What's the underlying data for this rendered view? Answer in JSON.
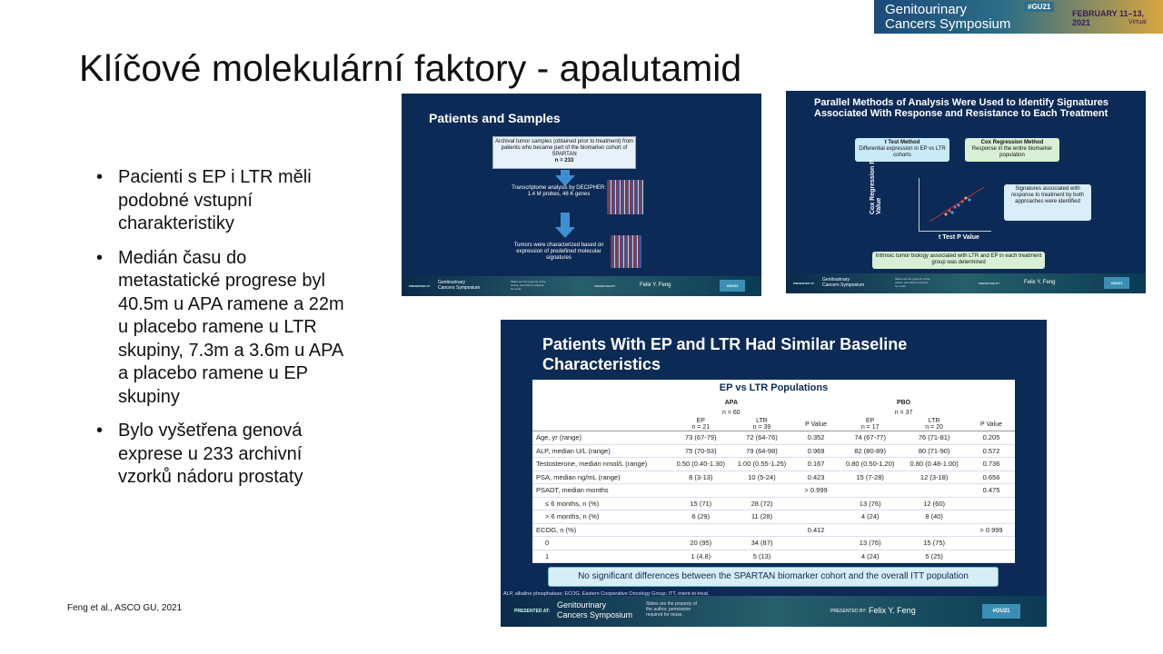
{
  "banner": {
    "line1": "Genitourinary",
    "line2": "Cancers Symposium",
    "hashtag": "#GU21",
    "dates": "FEBRUARY 11–13, 2021",
    "mode": "Virtual"
  },
  "title": "Klíčové molekulární faktory - apalutamid",
  "bullets": [
    "Pacienti s EP  i LTR měli podobné vstupní charakteristiky",
    "Medián času  do metastatické progrese byl 40.5m u APA ramene a 22m u placebo ramene u LTR skupiny, 7.3m a 3.6m u APA a placebo ramene u EP skupiny",
    "Bylo vyšetřena genová exprese  u 233 archivní vzorků nádoru prostaty"
  ],
  "bullet_glyph": "•",
  "citation": "Feng et al., ASCO GU, 2021",
  "footer": {
    "presented_at": "PRESENTED AT:",
    "meeting_line1": "Genitourinary",
    "meeting_line2": "Cancers Symposium",
    "slides_note": "Slides are the property of the author, permission required for reuse.",
    "presented_by": "PRESENTED BY:",
    "presenter": "Felix Y. Feng",
    "hashtag": "#GU21"
  },
  "slide1": {
    "title": "Patients and Samples",
    "box_text": "Archival tumor samples (obtained prior to treatment) from patients who became part of the biomarker cohort of SPARTAN",
    "box_n": "n = 233",
    "step2": "Transcriptome analysis by DECIPHER: 1.4 M probes, 46 K genes",
    "step3": "Tumors were characterized based on expression of predefined molecular signatures"
  },
  "slide2": {
    "title": "Parallel Methods of Analysis Were Used to Identify Signatures Associated With Response and Resistance to Each Treatment",
    "ttest_title": "t Test Method",
    "ttest_desc": "Differential expression in EP vs LTR cohorts",
    "cox_title": "Cox Regression Method",
    "cox_desc": "Response in the entire biomarker population",
    "sig_box": "Signatures associated with response to treatment by both approaches were identified",
    "yaxis": "Cox Regression P Value",
    "xaxis": "t Test P Value",
    "bottom_box": "Intrinsic tumor biology associated with LTR and EP in each treatment group was determined"
  },
  "slide3": {
    "title": "Patients With EP and LTR Had Similar Baseline Characteristics",
    "table_title": "EP vs LTR Populations",
    "groups": [
      {
        "name": "APA",
        "n": "n = 60"
      },
      {
        "name": "PBO",
        "n": "n = 37"
      }
    ],
    "columns": [
      {
        "name": "EP",
        "n": "n = 21"
      },
      {
        "name": "LTR",
        "n": "n = 39"
      },
      {
        "name": "P Value",
        "n": ""
      },
      {
        "name": "EP",
        "n": "n = 17"
      },
      {
        "name": "LTR",
        "n": "n = 20"
      },
      {
        "name": "P Value",
        "n": ""
      }
    ],
    "rows": [
      {
        "label": "Age, yr (range)",
        "indent": false,
        "cells": [
          "73 (67-79)",
          "72 (64-76)",
          "0.352",
          "74 (67-77)",
          "76 (71-81)",
          "0.205"
        ]
      },
      {
        "label": "ALP, median U/L (range)",
        "indent": false,
        "cells": [
          "75 (70-93)",
          "79 (64-98)",
          "0.969",
          "82 (80-89)",
          "80 (71-90)",
          "0.572"
        ]
      },
      {
        "label": "Testosterone, median nmol/L (range)",
        "indent": false,
        "cells": [
          "0.50 (0.40-1.30)",
          "1.00 (0.55-1.25)",
          "0.167",
          "0.80 (0.50-1.20)",
          "0.80 (0.48-1.00)",
          "0.736"
        ]
      },
      {
        "label": "PSA, median ng/mL (range)",
        "indent": false,
        "cells": [
          "8 (3-13)",
          "10 (5-24)",
          "0.423",
          "15 (7-28)",
          "12 (3-18)",
          "0.656"
        ]
      },
      {
        "label": "PSADT, median months",
        "indent": false,
        "cells": [
          "",
          "",
          "> 0.999",
          "",
          "",
          "0.475"
        ]
      },
      {
        "label": "≤ 6 months, n (%)",
        "indent": true,
        "cells": [
          "15 (71)",
          "28 (72)",
          "",
          "13 (76)",
          "12 (60)",
          ""
        ]
      },
      {
        "label": "> 6 months, n (%)",
        "indent": true,
        "cells": [
          "6 (29)",
          "11 (28)",
          "",
          "4 (24)",
          "8 (40)",
          ""
        ]
      },
      {
        "label": "ECOG, n (%)",
        "indent": false,
        "cells": [
          "",
          "",
          "0.412",
          "",
          "",
          "> 0.999"
        ]
      },
      {
        "label": "0",
        "indent": true,
        "cells": [
          "20 (95)",
          "34 (87)",
          "",
          "13 (76)",
          "15 (75)",
          ""
        ]
      },
      {
        "label": "1",
        "indent": true,
        "cells": [
          "1 (4.8)",
          "5 (13)",
          "",
          "4 (24)",
          "5 (25)",
          ""
        ]
      }
    ],
    "note": "No significant differences between the SPARTAN biomarker cohort and the overall ITT population",
    "abbreviations": "ALP, alkaline phosphatase; ECOG, Eastern Cooperative Oncology Group; ITT, intent-to-treat."
  },
  "colors": {
    "slide_bg": "#0c2a56",
    "accent_blue": "#3c8fd0",
    "banner_gold": "#d8a640"
  }
}
